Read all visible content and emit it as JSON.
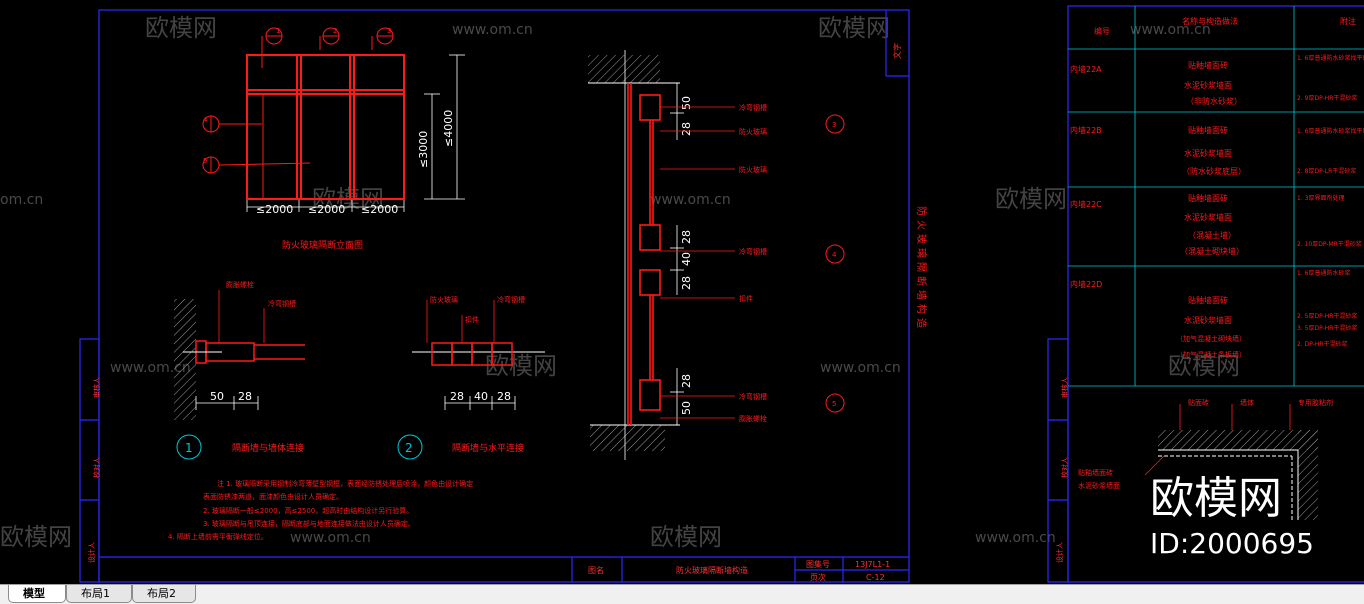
{
  "colors": {
    "drawing": "#ff1a1a",
    "frame": "#2a2aff",
    "cyan": "#00c8d8",
    "tabbar": "#f0f0f0"
  },
  "watermark": {
    "logo_text": "欧模网",
    "domain_text": "www.om.cn",
    "domain_text_short": "om.cn",
    "id_text": "ID:2000695"
  },
  "elevation": {
    "title": "防火玻璃隔断立面图",
    "dim_h": [
      "≤2000",
      "≤2000",
      "≤2000"
    ],
    "dim_v_inner": "≤3000",
    "dim_v_outer": "≤4000",
    "callouts": [
      "1",
      "2",
      "3",
      "4",
      "5"
    ]
  },
  "details": {
    "d1_num": "1",
    "d1_caption": "隔断墙与墙体连接",
    "d1_dims": [
      "50",
      "28"
    ],
    "d1_label": "膨胀螺栓",
    "d1_label2": "冷弯钢槽",
    "d2_num": "2",
    "d2_caption": "隔断墙与水平连接",
    "d2_dims": [
      "28",
      "40",
      "28"
    ],
    "d2_labels": [
      "防火玻璃",
      "冷弯钢槽",
      "扣件"
    ]
  },
  "section": {
    "dims_top": [
      "50",
      "28"
    ],
    "dims_mid": [
      "28",
      "40",
      "28"
    ],
    "dims_bot": [
      "28",
      "50"
    ],
    "labels": [
      "冷弯钢槽",
      "防火玻璃",
      "防火玻璃",
      "冷弯钢槽",
      "扣件",
      "冷弯钢槽",
      "膨胀螺栓"
    ],
    "markers": [
      "3",
      "4",
      "5"
    ]
  },
  "notes": [
    "注 1. 玻璃隔断采用钢制冷弯薄壁型钢框，表面经防锈处理后喷涂，颜色由设计确定",
    "表面防锈漆两道，面漆颜色由设计人员确定。",
    "2. 玻璃隔断一般≤2000，高≤2500，超高时由结构设计另行验算。",
    "3. 玻璃隔断与吊顶连接，隔断底部与地面连接做法由设计人员确定。",
    "4. 隔断上墙前需平衡弹线定位。"
  ],
  "vertical_title": "防火玻璃隔断墙构造",
  "titleblock": {
    "name_label": "图名",
    "name": "防火玻璃隔断墙构造",
    "set_label": "图集号",
    "set": "13J7L1-1",
    "page_label": "页次",
    "page": "C-12",
    "left_cells": [
      "审核人",
      "校对人",
      "设计人"
    ]
  },
  "top_right_marker": "文字",
  "right_table": {
    "headers": [
      "编号",
      "名称与构造做法",
      "附注"
    ],
    "rows": [
      {
        "code": "内墙22A",
        "name": [
          "贴釉墙面砖",
          "水泥砂浆墙面",
          "（非防水砂浆）"
        ],
        "note": [
          "1. 6厚普通防水砂浆找平层",
          "2. 9厚DP-HR干混砂浆"
        ]
      },
      {
        "code": "内墙22B",
        "name": [
          "贴釉墙面砖",
          "水泥砂浆墙面",
          "（防水砂浆底层）"
        ],
        "note": [
          "1. 6厚普通防水砂浆找平层",
          "2. 8厚DP-LR干混砂浆"
        ]
      },
      {
        "code": "内墙22C",
        "name": [
          "贴釉墙面砖",
          "水泥砂浆墙面",
          "（混凝土墙）",
          "（混凝土砌块墙）"
        ],
        "note": [
          "1. 3厚界面剂处理",
          "2. 10厚DP-MR干混砂浆"
        ]
      },
      {
        "code": "内墙22D",
        "name": [
          "贴釉墙面砖",
          "水泥砂浆墙面",
          "（加气混凝土砌块墙）",
          "（加气混凝土条板墙）"
        ],
        "note": [
          "1. 6厚普通防水砂浆",
          "2. 5厚DP-HR干混砂浆",
          "3. 5厚DP-HR干混砂浆",
          "2. DP-HR干混砂浆"
        ]
      }
    ],
    "bottom_labels": [
      "贴面砖",
      "墙体",
      "专用胶粘剂",
      "贴釉墙面砖",
      "水泥砂浆墙面"
    ],
    "left_cells": [
      "审核人",
      "校对人",
      "设计人"
    ]
  },
  "tabs": [
    "模型",
    "布局1",
    "布局2"
  ]
}
